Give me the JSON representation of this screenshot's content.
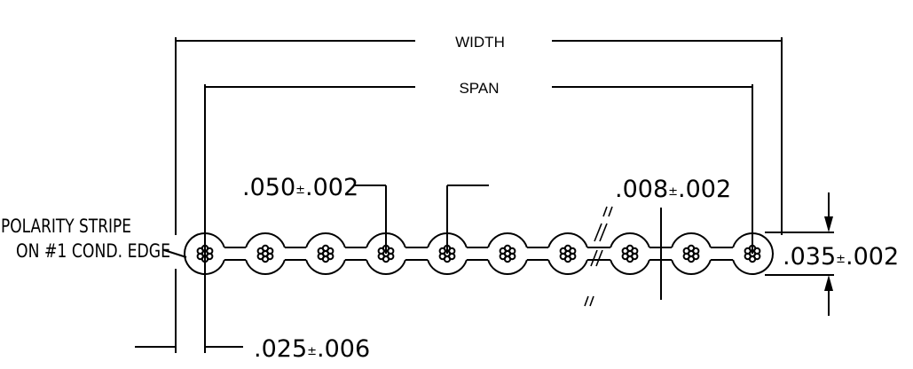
{
  "drawing": {
    "title": "Flat ribbon cable cross-section",
    "colors": {
      "line": "#000000",
      "background": "#ffffff"
    },
    "dimensions": {
      "width": {
        "label": "WIDTH"
      },
      "span": {
        "label": "SPAN"
      },
      "pitch": {
        "nominal": ".050",
        "tol_symbol": "±",
        "tolerance": ".002"
      },
      "web": {
        "nominal": ".008",
        "tol_symbol": "±",
        "tolerance": ".002"
      },
      "thickness": {
        "nominal": ".035",
        "tol_symbol": "±",
        "tolerance": ".002"
      },
      "edge": {
        "nominal": ".025",
        "tol_symbol": "±",
        "tolerance": ".006"
      }
    },
    "note": {
      "line1": "POLARITY STRIPE",
      "line2": "ON #1 COND. EDGE"
    },
    "conductors": {
      "count_shown": 10,
      "break_after": 7
    }
  }
}
